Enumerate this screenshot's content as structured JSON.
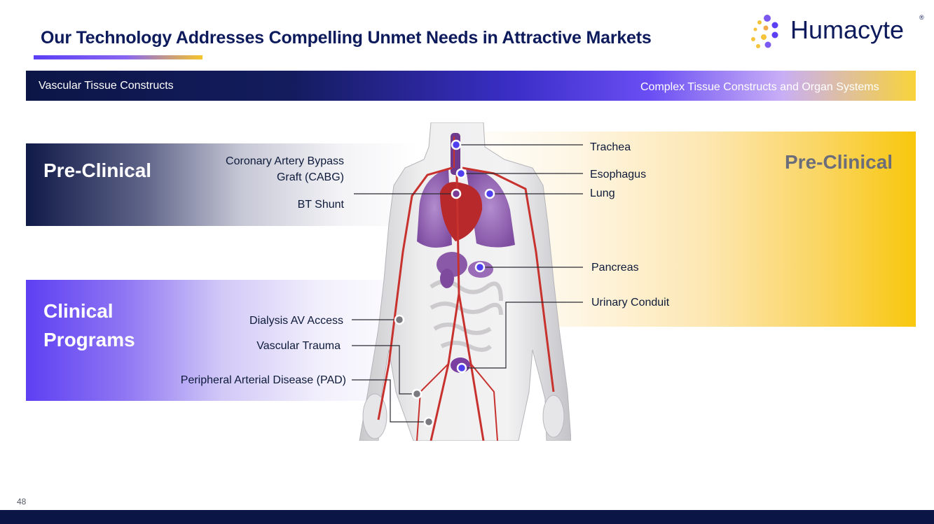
{
  "header": {
    "title": "Our Technology Addresses Compelling Unmet Needs in Attractive Markets",
    "logo_text": "Humacyte",
    "logo_mark": "®"
  },
  "top_bar": {
    "left_label": "Vascular Tissue Constructs",
    "right_label": "Complex Tissue Constructs and Organ Systems"
  },
  "sections": {
    "preclinical_left": {
      "heading": "Pre-Clinical",
      "items": [
        "Coronary Artery Bypass",
        "Graft (CABG)",
        "BT Shunt"
      ]
    },
    "clinical": {
      "heading_line1": "Clinical",
      "heading_line2": "Programs",
      "items": [
        "Dialysis AV Access",
        "Vascular Trauma",
        "Peripheral Arterial Disease (PAD)"
      ]
    },
    "preclinical_right": {
      "heading": "Pre-Clinical",
      "items": [
        "Trachea",
        "Esophagus",
        "Lung",
        "Pancreas",
        "Urinary Conduit"
      ]
    }
  },
  "colors": {
    "navy": "#0c1646",
    "violet": "#5e3ff3",
    "gold": "#f8c70c",
    "artery_red": "#c8322e",
    "organ_purple": "#7a3fa0",
    "marker_blue": "#4f3ff0"
  },
  "footer": {
    "page_number": "48"
  }
}
